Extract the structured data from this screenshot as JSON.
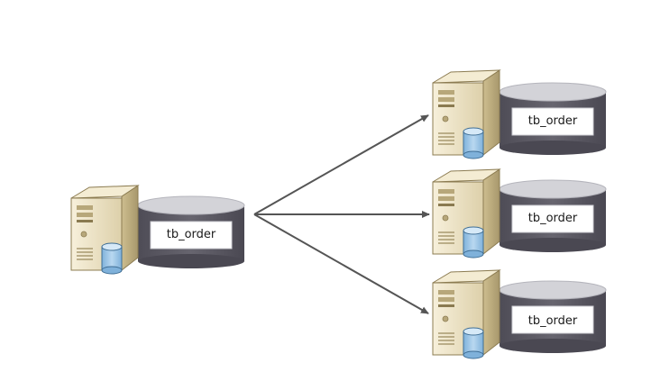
{
  "diagram": {
    "source": {
      "table_label": "tb_order"
    },
    "targets": [
      {
        "table_label": "tb_order"
      },
      {
        "table_label": "tb_order"
      },
      {
        "table_label": "tb_order"
      }
    ]
  },
  "colors": {
    "arrow": "#555555",
    "server_face": "#efe4c6",
    "server_side": "#c9b98c",
    "db_body": "#5c5a64",
    "db_top": "#d3d3d8",
    "label_box": "#ffffff",
    "mini_db": "#9cc4e4"
  },
  "icons": [
    "server-icon",
    "database-icon"
  ]
}
